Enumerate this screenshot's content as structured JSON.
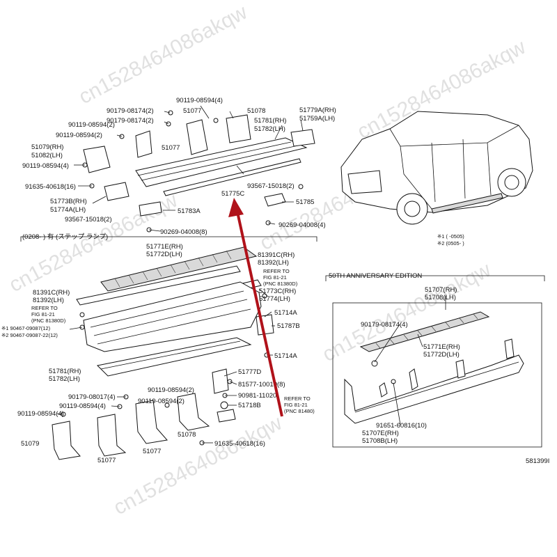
{
  "watermark": "cn1528464086akqw",
  "catalog_number": "581399I",
  "section_header": "(0208-        ) 有 (ステップ ランプ)",
  "anniversary_title": "50TH ANNIVERSARY EDITION",
  "notes": [
    "※1 (      -0505)",
    "※2 (0505-      )"
  ],
  "arrow_color": "#b0121a",
  "labels": {
    "l1": "90119-08594(4)",
    "l2": "90179-08174(2)",
    "l3": "51077",
    "l4": "51078",
    "l5": "51781(RH)",
    "l6": "51782(LH)",
    "l7": "51779A(RH)",
    "l8": "51759A(LH)",
    "l9": "90179-08174(2)",
    "l10": "90119-08594(2)",
    "l11": "90119-08594(2)",
    "l12": "51079(RH)",
    "l13": "51082(LH)",
    "l14": "51077",
    "l15": "90119-08594(4)",
    "l16": "91635-40618(16)",
    "l17": "93567-15018(2)",
    "l18": "51775C",
    "l19": "51773B(RH)",
    "l20": "51774A(LH)",
    "l21": "51783A",
    "l22": "51785",
    "l23": "93567-15018(2)",
    "l24": "90269-04008(8)",
    "l25": "90269-04008(4)",
    "l26": "51771E(RH)",
    "l27": "51772D(LH)",
    "l28": "81391C(RH)",
    "l29": "81392(LH)",
    "l30": "REFER TO",
    "l31": "FIG 81-21",
    "l32": "(PNC 81380D)",
    "l33": "81391C(RH)",
    "l34": "81392(LH)",
    "l35": "REFER TO",
    "l36": "FIG 81-21",
    "l37": "(PNC 81380D)",
    "l38": "51773C(RH)",
    "l39": "51774(LH)",
    "l40": "51714A",
    "l41": "※1 90467-09087(12)",
    "l42": "※2 90467-09087-22(12)",
    "l43": "51787B",
    "l44": "51714A",
    "l45": "51781(RH)",
    "l46": "51782(LH)",
    "l47": "51777D",
    "l48": "90119-08594(2)",
    "l49": "81577-10010(8)",
    "l50": "90179-08017(4)",
    "l51": "90119-08594(4)",
    "l52": "90981-11020",
    "l53": "90119-08594(2)",
    "l54": "51718B",
    "l55": "REFER TO",
    "l56": "FIG 81-21",
    "l57": "(PNC 81480)",
    "l58": "90119-08594(4)",
    "l59": "51079",
    "l60": "51078",
    "l61": "91635-40618(16)",
    "l62": "51077",
    "l63": "51077",
    "l64": "51707(RH)",
    "l65": "51708(LH)",
    "l66": "90179-08174(4)",
    "l67": "51771E(RH)",
    "l68": "51772D(LH)",
    "l69": "91651-60816(10)",
    "l70": "51707E(RH)",
    "l71": "51708B(LH)"
  }
}
